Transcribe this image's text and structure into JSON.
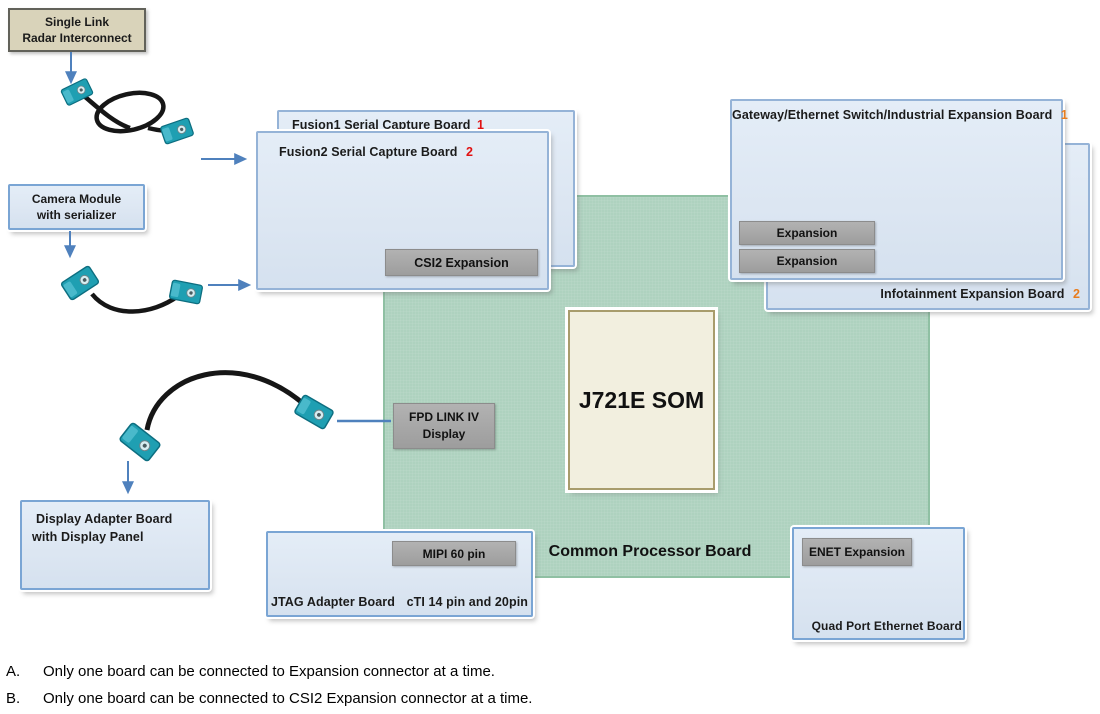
{
  "boards": {
    "radar": {
      "line1": "Single Link",
      "line2": "Radar Interconnect"
    },
    "camera": {
      "line1": "Camera Module",
      "line2": "with serializer"
    },
    "fusion1": {
      "label": "Fusion1 Serial Capture Board",
      "number": "1"
    },
    "fusion2": {
      "label": "Fusion2 Serial Capture Board",
      "number": "2"
    },
    "gateway": {
      "label": "Gateway/Ethernet Switch/Industrial Expansion Board",
      "number": "1"
    },
    "infotainment": {
      "label": "Infotainment Expansion Board",
      "number": "2"
    },
    "som": {
      "label": "J721E SOM"
    },
    "common_processor": {
      "label": "Common Processor Board"
    },
    "display_adapter": {
      "line1": "Display Adapter Board",
      "line2": "with Display Panel"
    },
    "jtag": {
      "label_left": "JTAG Adapter Board",
      "label_right": "cTI 14 pin and 20pin"
    },
    "quad_port": {
      "label": "Quad Port Ethernet Board"
    }
  },
  "connector_buttons": {
    "csi2": "CSI2 Expansion",
    "expansion_top": "Expansion",
    "expansion_bottom": "Expansion",
    "fpd_line1": "FPD LINK IV",
    "fpd_line2": "Display",
    "mipi": "MIPI 60 pin",
    "enet": "ENET Expansion"
  },
  "notes": [
    {
      "id": "A.",
      "text": "Only one board can be connected to Expansion connector at a time."
    },
    {
      "id": "B.",
      "text": "Only one board can be connected to CSI2 Expansion connector at a time."
    }
  ],
  "icons": {
    "fakra_connector": "fakra-connector-icon",
    "arrow": "arrow-icon"
  },
  "colors": {
    "board_fill": "#dce6f2",
    "board_border": "#95b3d7",
    "button_gray": "#a6a6a6",
    "green_board": "#aed2bf",
    "som_fill": "#f2efdf",
    "som_border": "#a89c6c",
    "radar_fill": "#d9d3ba",
    "radar_border": "#62625a",
    "arrow_blue": "#4f81bd",
    "number_red": "#e11212",
    "number_orange": "#e87d1e",
    "cable_black": "#161616",
    "fakra_teal": "#1f9fb2"
  }
}
